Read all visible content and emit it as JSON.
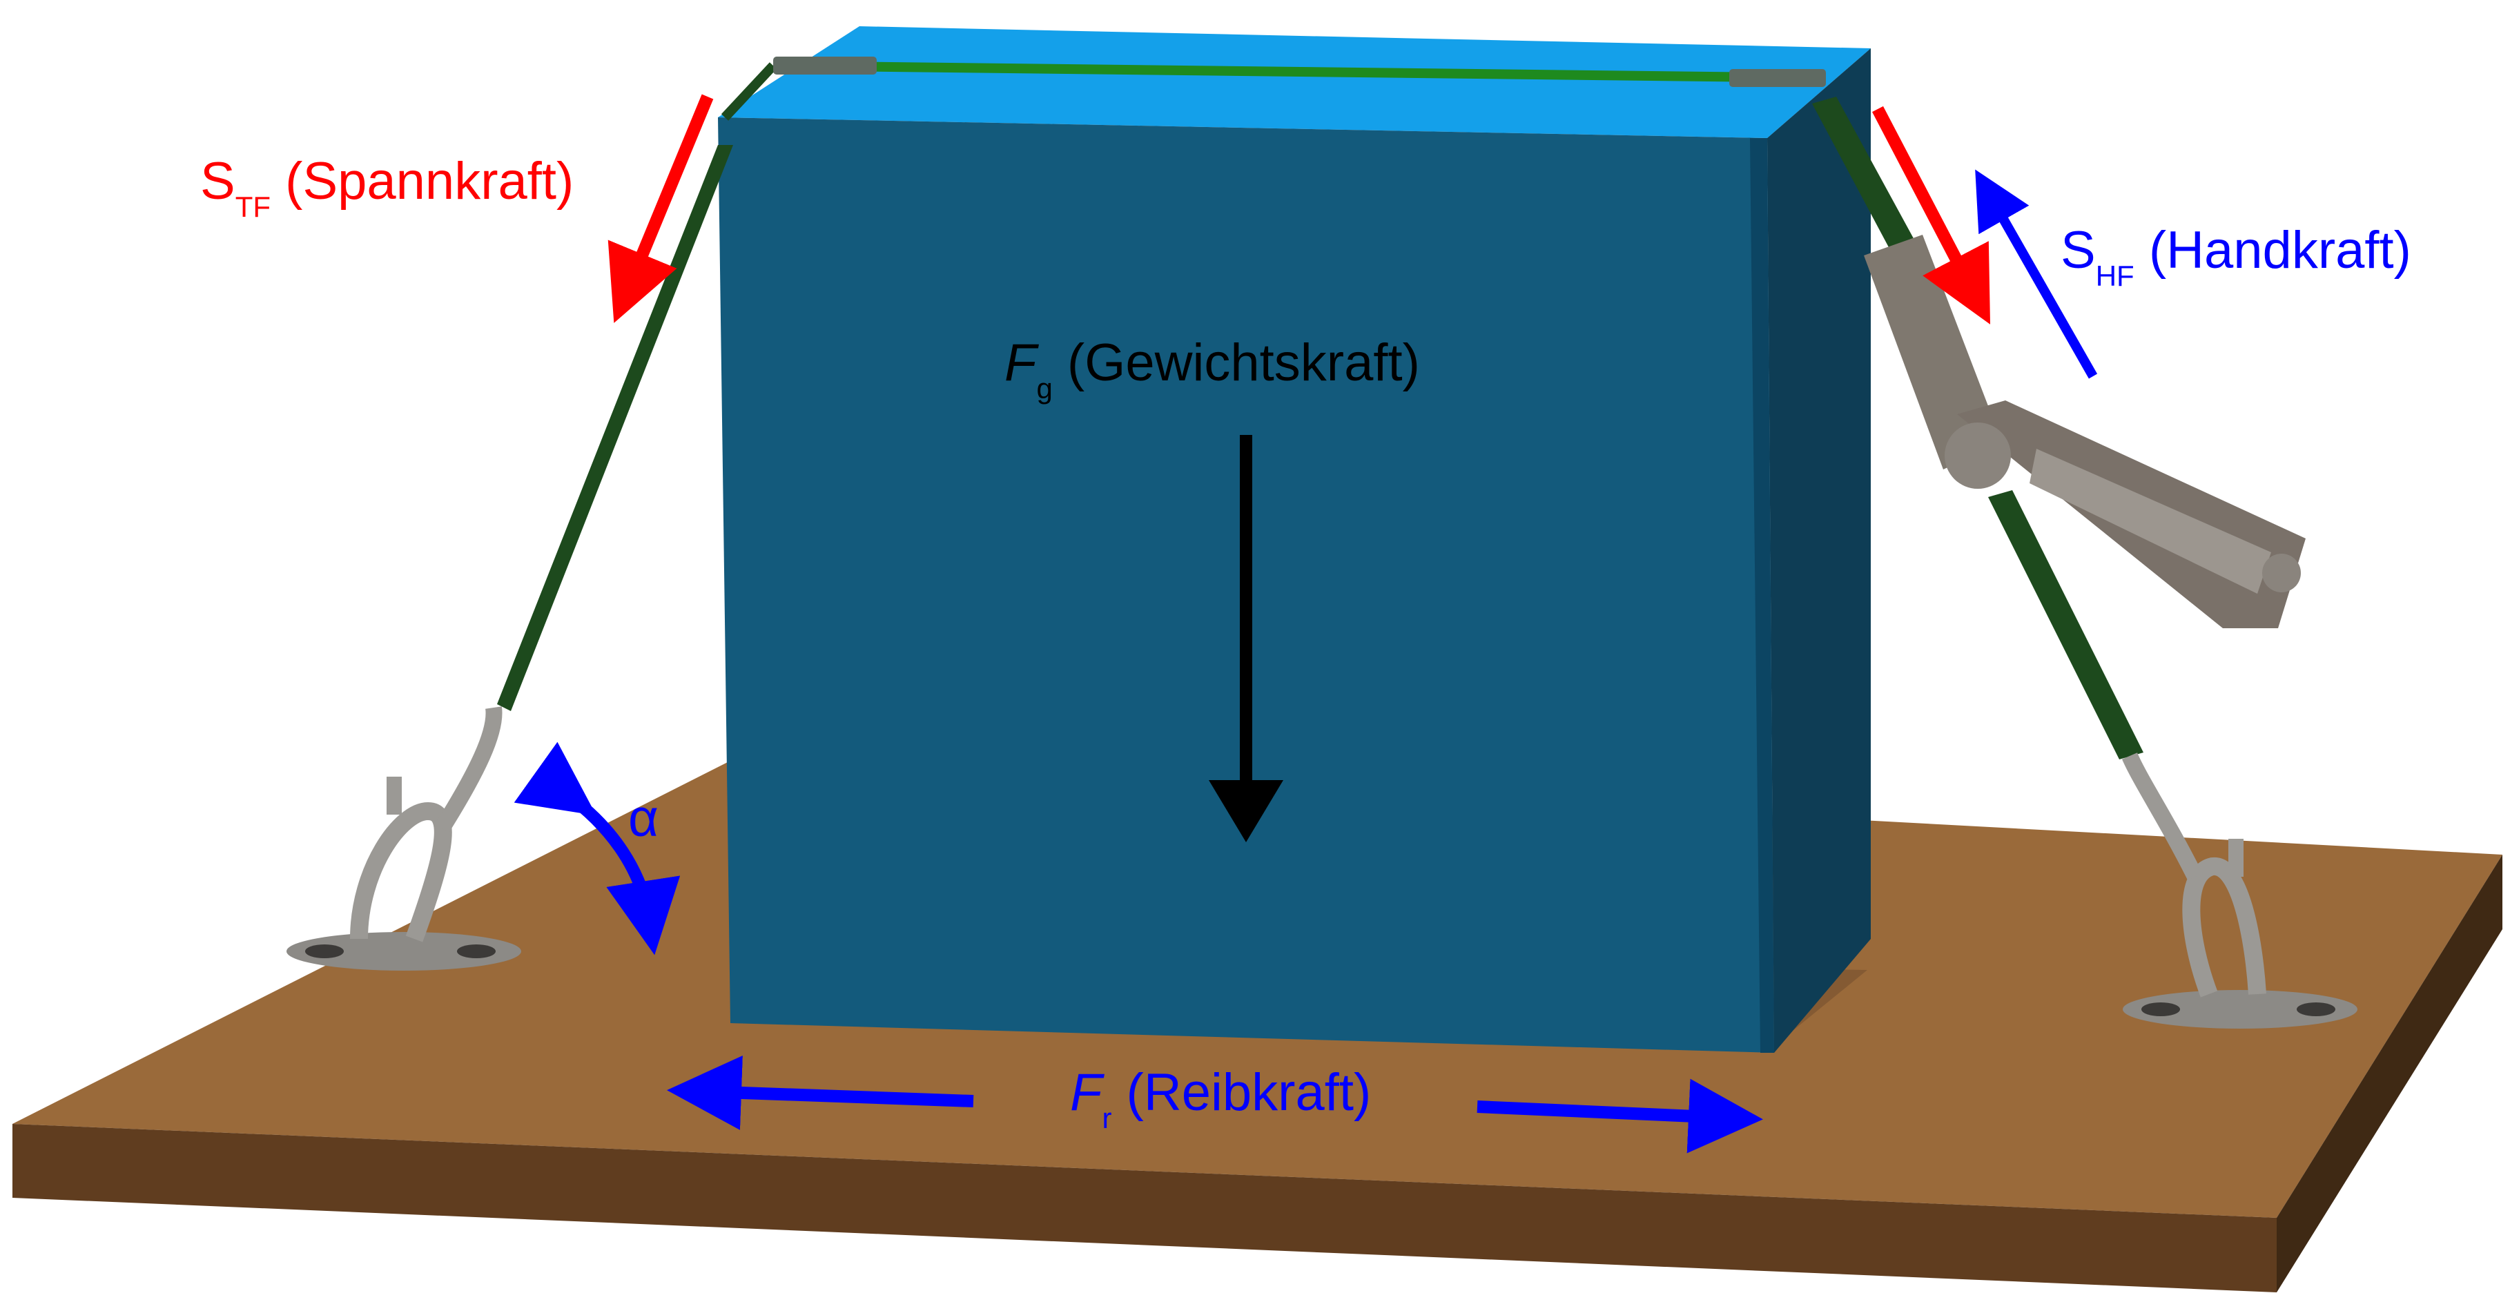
{
  "labels": {
    "stf": {
      "symbol": "S",
      "sub": "TF",
      "text": " (Spannkraft)"
    },
    "shf": {
      "symbol": "S",
      "sub": "HF",
      "text": " (Handkraft)"
    },
    "fg": {
      "symbol": "F",
      "sub": "g",
      "text": " (Gewichtskraft)"
    },
    "fr": {
      "symbol": "F",
      "sub": "r",
      "text": " (Reibkraft)"
    },
    "alpha": "α"
  },
  "colors": {
    "red": "#ff0000",
    "blue": "#0000ff",
    "black": "#000000",
    "box_front": "#135a7c",
    "box_top": "#14a0ea",
    "box_side": "#0e3d55",
    "floor_top": "#9a6a3a",
    "floor_front": "#603d1f",
    "floor_side": "#3f2914",
    "strap": "#1d4a1d",
    "metal": "#8c8a86"
  }
}
